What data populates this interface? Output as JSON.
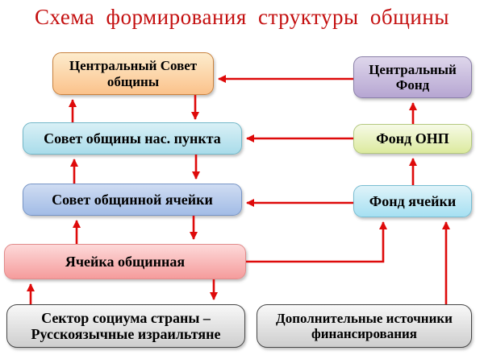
{
  "title": "Схема формирования структуры общины",
  "colors": {
    "title_text": "#c41010",
    "arrow": "#de0a0a",
    "background": "#ffffff",
    "node_fills": {
      "central_council": "#fbc28b",
      "central_fund": "#b6a6d2",
      "settlement_council": "#a9dcea",
      "onp_fund": "#dcea9e",
      "cell_council": "#a2bce6",
      "cell_fund": "#a6e0f2",
      "community_cell": "#f59c9c",
      "bottom_boxes": "#dcdcdc"
    }
  },
  "nodes": [
    {
      "id": "central-council",
      "label": "Центральный Совет общины"
    },
    {
      "id": "central-fund",
      "label": "Центральный Фонд"
    },
    {
      "id": "settlement-council",
      "label": "Совет общины нас. пункта"
    },
    {
      "id": "onp-fund",
      "label": "Фонд ОНП"
    },
    {
      "id": "cell-council",
      "label": "Совет общинной ячейки"
    },
    {
      "id": "cell-fund",
      "label": "Фонд ячейки"
    },
    {
      "id": "community-cell",
      "label": "Ячейка общинная"
    },
    {
      "id": "society-sector",
      "label": "Сектор социума страны – Русскоязычные израильтяне"
    },
    {
      "id": "additional-sources",
      "label": "Дополнительные источники финансирования"
    }
  ]
}
